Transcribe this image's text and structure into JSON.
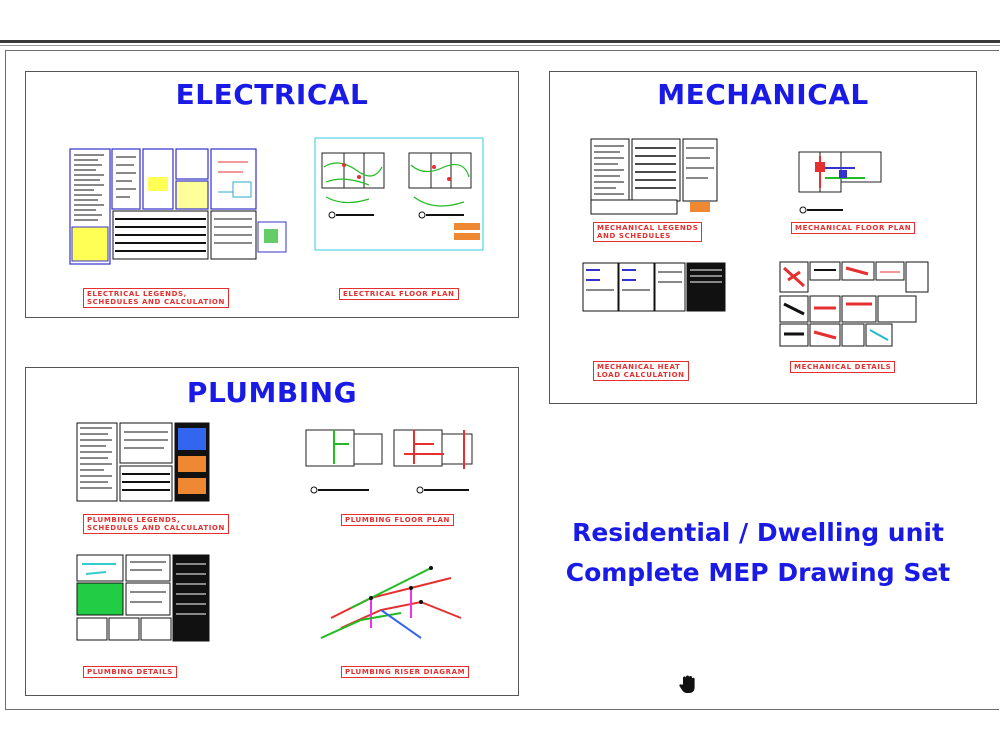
{
  "panels": {
    "electrical": {
      "title": "ELECTRICAL",
      "sheets": [
        "ELECTRICAL LEGENDS,\nSCHEDULES AND CALCULATION",
        "ELECTRICAL FLOOR PLAN"
      ]
    },
    "mechanical": {
      "title": "MECHANICAL",
      "sheets": [
        "MECHANICAL LEGENDS\nAND SCHEDULES",
        "MECHANICAL FLOOR PLAN",
        "MECHANICAL HEAT\nLOAD CALCULATION",
        "MECHANICAL DETAILS"
      ]
    },
    "plumbing": {
      "title": "PLUMBING",
      "sheets": [
        "PLUMBING LEGENDS,\nSCHEDULES AND CALCULATION",
        "PLUMBING FLOOR PLAN",
        "PLUMBING DETAILS",
        "PLUMBING RISER DIAGRAM"
      ]
    }
  },
  "headline": {
    "line1": "Residential / Dwelling unit",
    "line2": "Complete MEP Drawing Set"
  },
  "cursor_icon": "hand-cursor-icon",
  "colors": {
    "title_blue": "#1a1ae6",
    "tag_red": "#e53030"
  }
}
